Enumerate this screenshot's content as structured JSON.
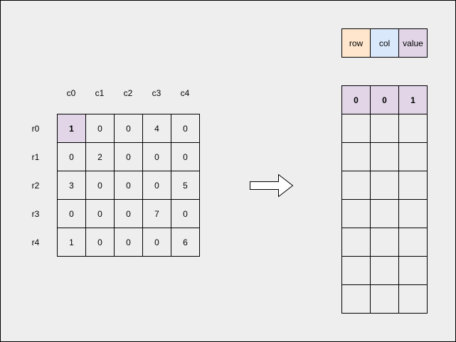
{
  "matrix": {
    "col_labels": [
      "c0",
      "c1",
      "c2",
      "c3",
      "c4"
    ],
    "row_labels": [
      "r0",
      "r1",
      "r2",
      "r3",
      "r4"
    ],
    "values": [
      [
        "1",
        "0",
        "0",
        "4",
        "0"
      ],
      [
        "0",
        "2",
        "0",
        "0",
        "0"
      ],
      [
        "3",
        "0",
        "0",
        "0",
        "5"
      ],
      [
        "0",
        "0",
        "0",
        "7",
        "0"
      ],
      [
        "1",
        "0",
        "0",
        "0",
        "6"
      ]
    ],
    "highlight_color": "#e1d5e7"
  },
  "header": {
    "row": "row",
    "col": "col",
    "value": "value",
    "row_color": "#ffe6cc",
    "col_color": "#dae8fc",
    "value_color": "#e1d5e7"
  },
  "triplets": {
    "first": [
      "0",
      "0",
      "1"
    ],
    "first_color": "#e1d5e7",
    "empty_rows": 7
  },
  "arrow_icon": "right-arrow-icon"
}
